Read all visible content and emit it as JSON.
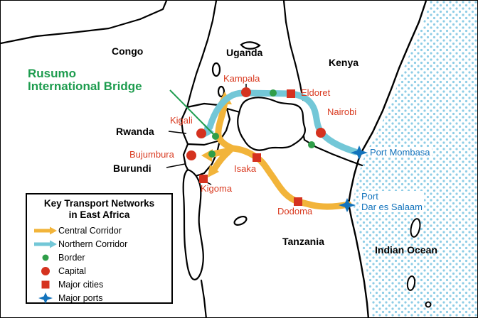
{
  "annotation": {
    "rusumo_line1": "Rusumo",
    "rusumo_line2": "International Bridge"
  },
  "countries": {
    "congo": "Congo",
    "uganda": "Uganda",
    "kenya": "Kenya",
    "rwanda": "Rwanda",
    "burundi": "Burundi",
    "tanzania": "Tanzania"
  },
  "water": {
    "indian_ocean": "Indian Ocean"
  },
  "cities": {
    "kampala": "Kampala",
    "eldoret": "Eldoret",
    "nairobi": "Nairobi",
    "kigali": "Kigali",
    "bujumbura": "Bujumbura",
    "isaka": "Isaka",
    "kigoma": "Kigoma",
    "dodoma": "Dodoma"
  },
  "ports": {
    "mombasa": "Port Mombasa",
    "dar_line1": "Port",
    "dar_line2": "Dar es Salaam"
  },
  "legend": {
    "title_line1": "Key Transport Networks",
    "title_line2": "in East Africa",
    "items": [
      {
        "label": "Central Corridor"
      },
      {
        "label": "Northern Corridor"
      },
      {
        "label": "Border"
      },
      {
        "label": "Capital"
      },
      {
        "label": "Major cities"
      },
      {
        "label": "Major ports"
      }
    ]
  },
  "colors": {
    "central_corridor": "#f2b43a",
    "northern_corridor": "#73c7d7",
    "border_crossing": "#2f9e49",
    "capital_city": "#d5321f",
    "major_city": "#d5321f",
    "port": "#1273bc",
    "rusumo_label": "#1d9c4e",
    "ocean_dot": "#8ecde6"
  }
}
